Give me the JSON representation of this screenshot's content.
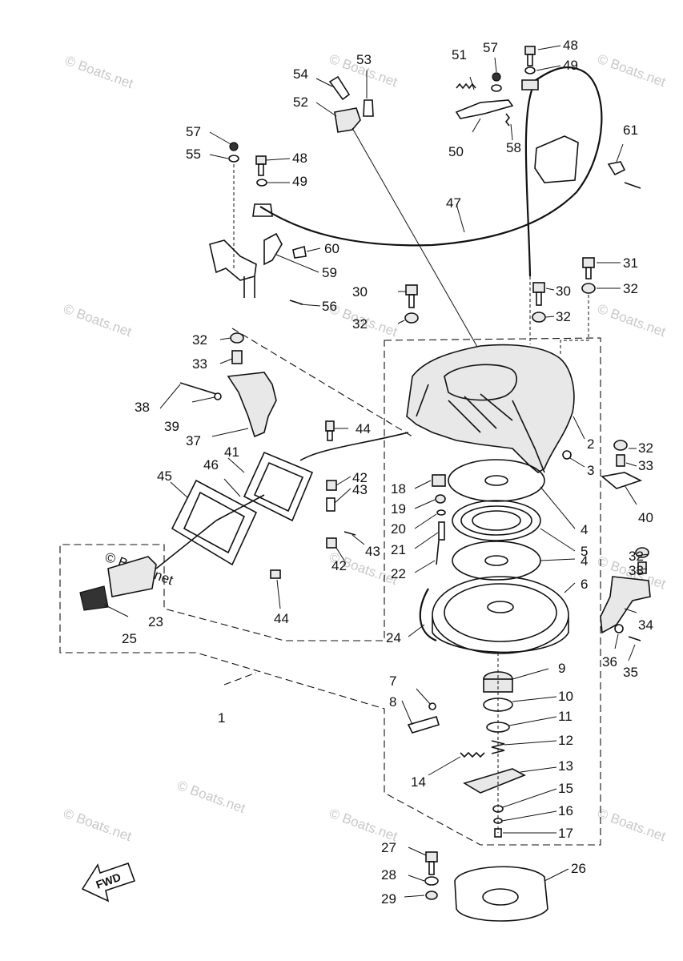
{
  "watermarks": [
    "© Boats.net",
    "© Boats.net",
    "© Boats.net",
    "© Boats.net",
    "© Boats.net",
    "© Boats.net",
    "© Boats.net",
    "© Boats.net",
    "© Boats.net",
    "© Boats.net",
    "© Boats.net",
    "© Boats.net",
    "© Boats.net"
  ],
  "fwd_label": "FWD",
  "labels": [
    "1",
    "2",
    "3",
    "4",
    "4",
    "5",
    "6",
    "7",
    "8",
    "9",
    "10",
    "11",
    "12",
    "13",
    "14",
    "15",
    "16",
    "17",
    "18",
    "19",
    "20",
    "21",
    "22",
    "23",
    "24",
    "25",
    "26",
    "27",
    "28",
    "29",
    "30",
    "30",
    "31",
    "32",
    "32",
    "32",
    "32",
    "32",
    "32",
    "33",
    "33",
    "33",
    "34",
    "35",
    "36",
    "37",
    "38",
    "39",
    "40",
    "41",
    "42",
    "42",
    "43",
    "43",
    "44",
    "44",
    "45",
    "46",
    "47",
    "48",
    "48",
    "49",
    "49",
    "50",
    "51",
    "52",
    "53",
    "54",
    "55",
    "56",
    "57",
    "57",
    "58",
    "59",
    "60",
    "61"
  ]
}
